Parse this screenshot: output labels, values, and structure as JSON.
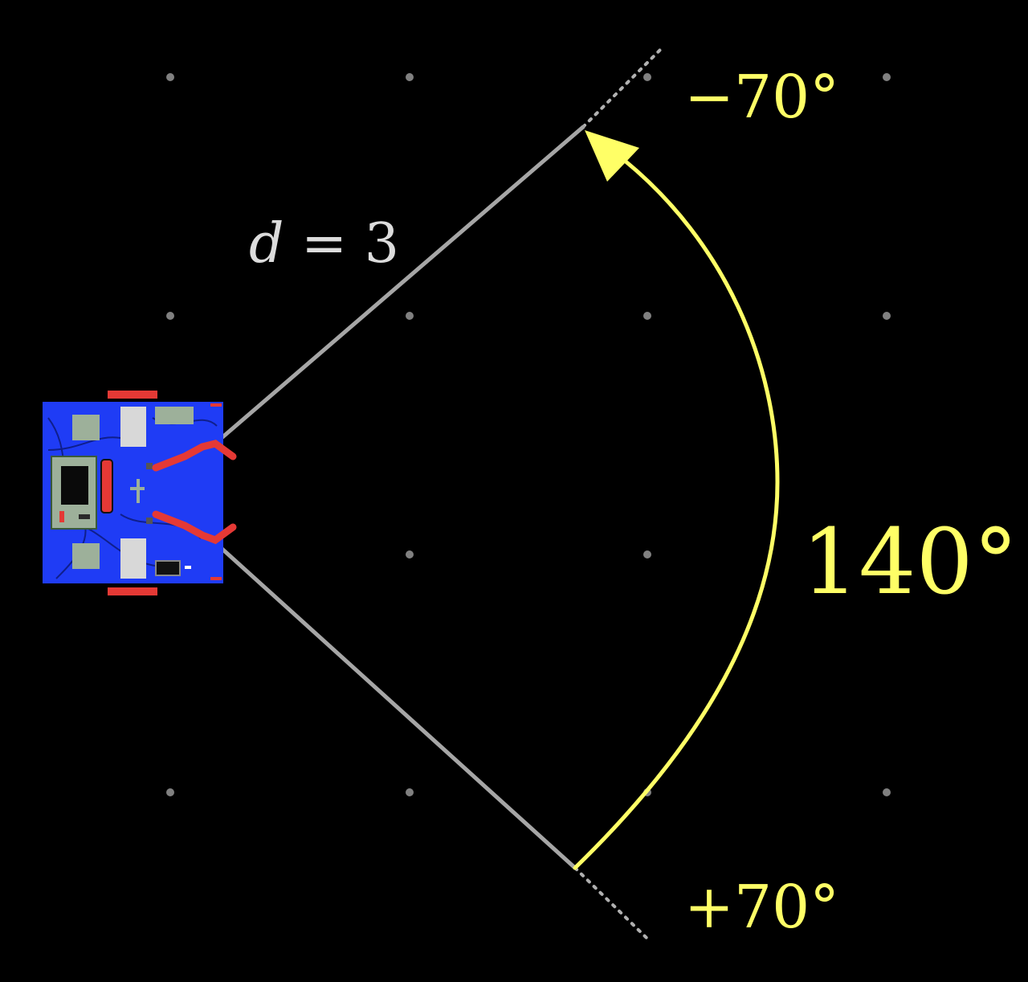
{
  "colors": {
    "background": "#000000",
    "grid_dot": "#808080",
    "ray": "#a6a6a6",
    "arc": "#ffff66",
    "label_distance": "#dcdcdc",
    "label_angle": "#ffff66",
    "robot_body": "#1f3cf5",
    "robot_accent": "#e53935",
    "robot_component": "#9db09a"
  },
  "labels": {
    "distance_var": "d",
    "distance_eq": " = 3",
    "angle_min": "−70°",
    "angle_max": "+70°",
    "sweep": "140°"
  },
  "icons": {
    "robot": "robot-icon",
    "arrowhead": "arrowhead-icon"
  }
}
